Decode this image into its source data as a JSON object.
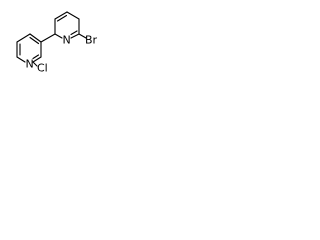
{
  "molecule": {
    "atoms": {
      "ring_a_nitrogen": "N",
      "ring_b_nitrogen": "N",
      "chlorine": "Cl",
      "bromine": "Br"
    }
  }
}
